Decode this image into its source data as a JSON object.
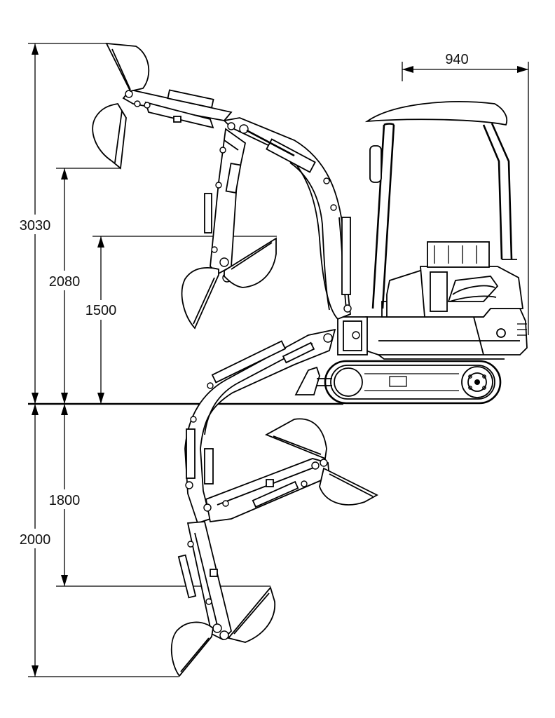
{
  "dimensions": {
    "tail_swing": "940",
    "max_reach_height": "3030",
    "max_dump_height": "2080",
    "dump_height_curled": "1500",
    "max_dig_depth": "2000",
    "vertical_wall_dig_depth": "1800"
  },
  "colors": {
    "line": "#000000",
    "background": "#ffffff"
  }
}
